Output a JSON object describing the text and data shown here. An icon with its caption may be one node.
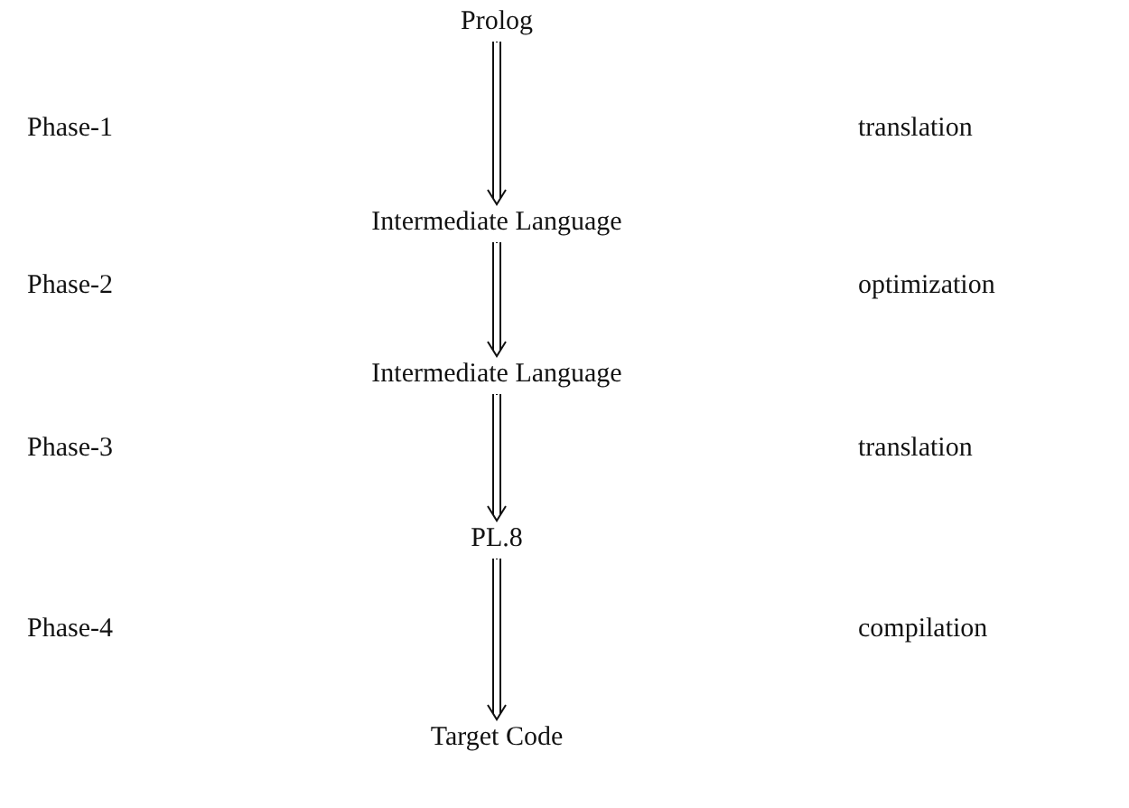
{
  "diagram": {
    "nodes": [
      {
        "text": [
          "Prolog"
        ]
      },
      {
        "text": [
          "Intermediate Language"
        ]
      },
      {
        "text": [
          "Intermediate Language"
        ]
      },
      {
        "text": [
          "PL.8"
        ]
      },
      {
        "text": [
          "Target Code"
        ]
      }
    ],
    "edges": [
      {
        "from": 0,
        "to": 1,
        "arrow": "to"
      },
      {
        "from": 1,
        "to": 2,
        "arrow": "to"
      },
      {
        "from": 2,
        "to": 3,
        "arrow": "to"
      },
      {
        "from": 3,
        "to": 4,
        "arrow": "to"
      }
    ],
    "labels": [
      "Phase-1",
      "translation",
      "Phase-2",
      "optimization",
      "Phase-3",
      "translation",
      "Phase-4",
      "compilation"
    ]
  }
}
